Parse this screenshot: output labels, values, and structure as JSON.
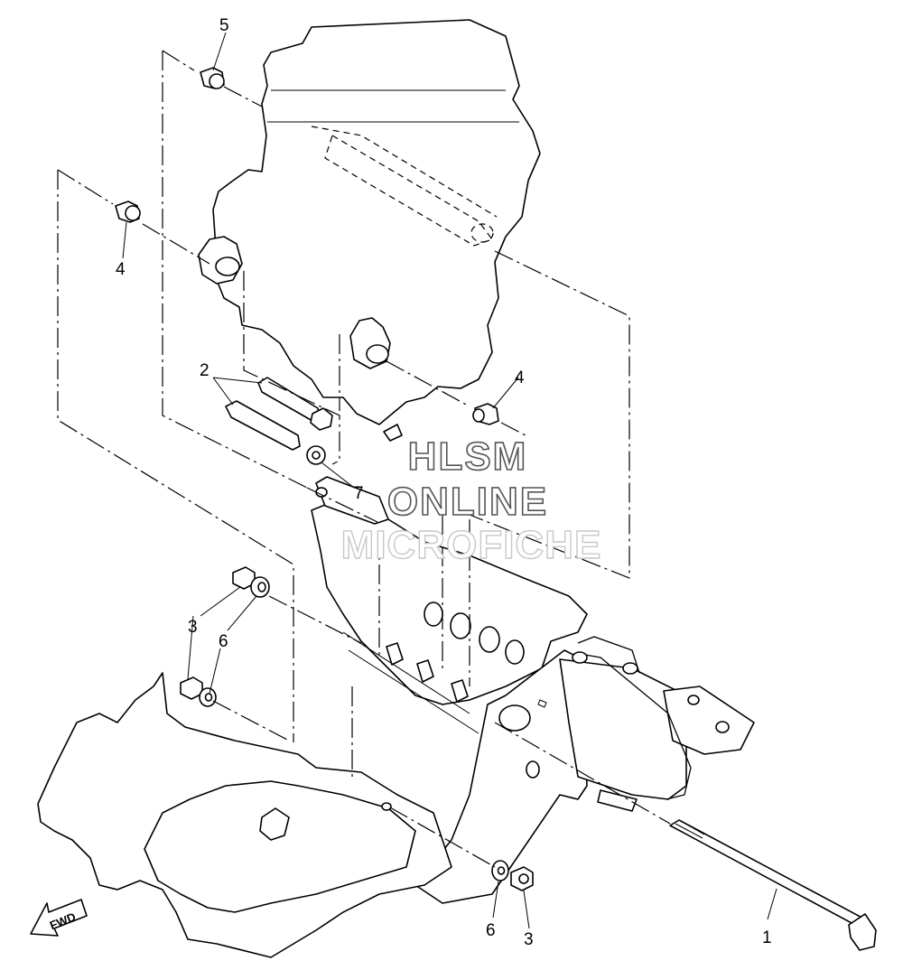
{
  "callouts": {
    "c1": "1",
    "c2": "2",
    "c3a": "3",
    "c3b": "3",
    "c4a": "4",
    "c4b": "4",
    "c5": "5",
    "c6a": "6",
    "c6b": "6",
    "c7": "7"
  },
  "watermark": {
    "line1": "HLSM",
    "line2": "ONLINE",
    "line3": "MICROFICHE"
  },
  "fwd_label": "FWD"
}
